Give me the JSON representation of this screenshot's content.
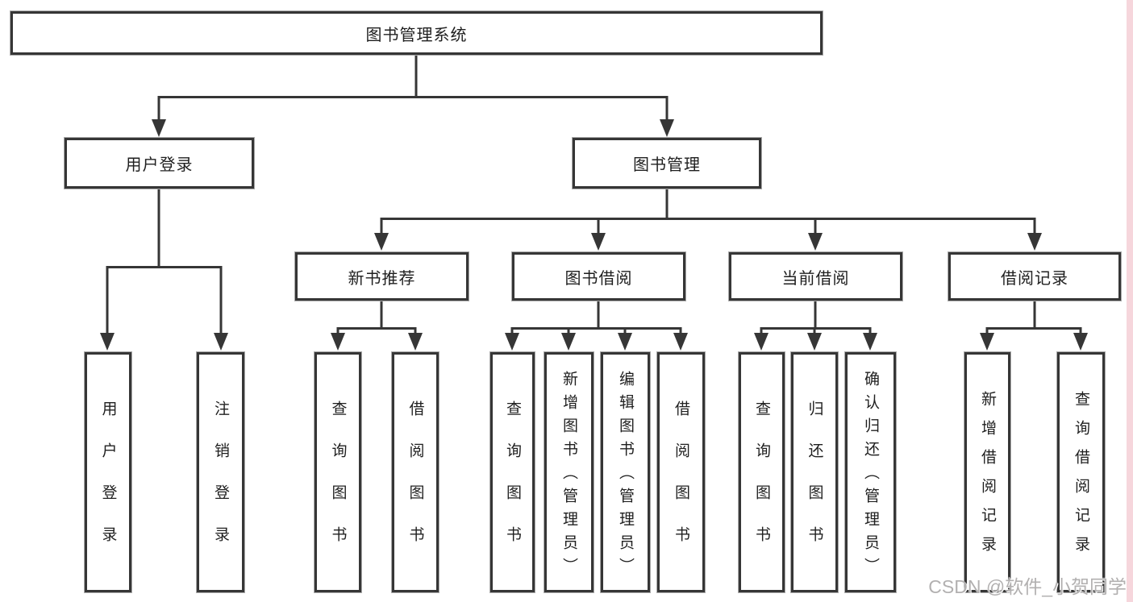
{
  "watermark": "CSDN @软件_小贺同学",
  "colors": {
    "line": "#363636",
    "box_border": "#363636",
    "background": "#ffffff",
    "watermark_text": "#b2b0b0",
    "right_edge_strip": "#f6d6dc"
  },
  "tree": {
    "root": {
      "label": "图书管理系统"
    },
    "branches": [
      {
        "label": "用户登录",
        "children": [
          {
            "label": "用户登录"
          },
          {
            "label": "注销登录"
          }
        ]
      },
      {
        "label": "图书管理",
        "children": [
          {
            "label": "新书推荐",
            "children": [
              {
                "label": "查询图书"
              },
              {
                "label": "借阅图书"
              }
            ]
          },
          {
            "label": "图书借阅",
            "children": [
              {
                "label": "查询图书"
              },
              {
                "label": "新增图书（管理员）"
              },
              {
                "label": "编辑图书（管理员）"
              },
              {
                "label": "借阅图书"
              }
            ]
          },
          {
            "label": "当前借阅",
            "children": [
              {
                "label": "查询图书"
              },
              {
                "label": "归还图书"
              },
              {
                "label": "确认归还（管理员）"
              }
            ]
          },
          {
            "label": "借阅记录",
            "children": [
              {
                "label": "新增借阅记录"
              },
              {
                "label": "查询借阅记录"
              }
            ]
          }
        ]
      }
    ]
  }
}
